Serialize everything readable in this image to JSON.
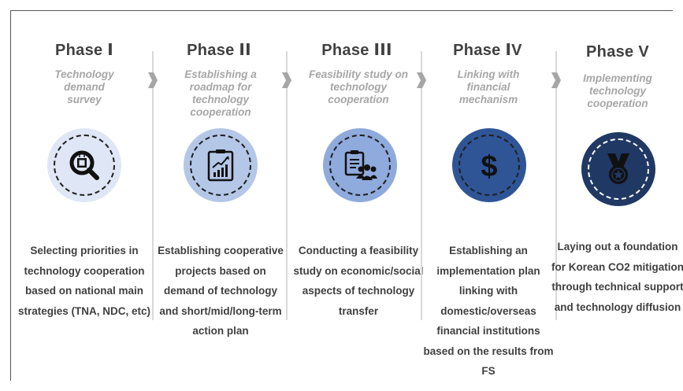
{
  "phases": [
    {
      "title": "Phase Ⅰ",
      "subtitle": "Technology demand survey",
      "icon": "magnifier-chip-icon",
      "circle_color": "#dfe6f5",
      "description": "Selecting priorities in technology cooperation based on national main strategies (TNA, NDC, etc)"
    },
    {
      "title": "Phase ⅠⅠ",
      "subtitle": "Establishing a roadmap for technology cooperation",
      "icon": "growth-chart-clipboard-icon",
      "circle_color": "#b4c7e7",
      "description": "Establishing cooperative projects based on demand of technology and short/mid/long-term action plan"
    },
    {
      "title": "Phase ⅠⅠⅠ",
      "subtitle": "Feasibility study on technology cooperation",
      "icon": "clipboard-team-icon",
      "circle_color": "#8faadc",
      "description": "Conducting a feasibility study on economic/social aspects of technology transfer"
    },
    {
      "title": "Phase ⅠV",
      "subtitle": "Linking with financial mechanism",
      "icon": "dollar-sign-icon",
      "circle_color": "#2f5597",
      "description": "Establishing an implementation plan linking with domestic/overseas financial institutions based on the results from FS"
    },
    {
      "title": "Phase V",
      "subtitle": "Implementing technology cooperation",
      "icon": "medal-icon",
      "circle_color": "#203864",
      "description": "Laying out a foundation for Korean CO2 mitigation through technical support and technology diffusion"
    }
  ],
  "colors": {
    "title": "#404040",
    "subtitle": "#a6a6a6",
    "divider": "#d9d9d9",
    "chevron": "#a6a6a6"
  }
}
